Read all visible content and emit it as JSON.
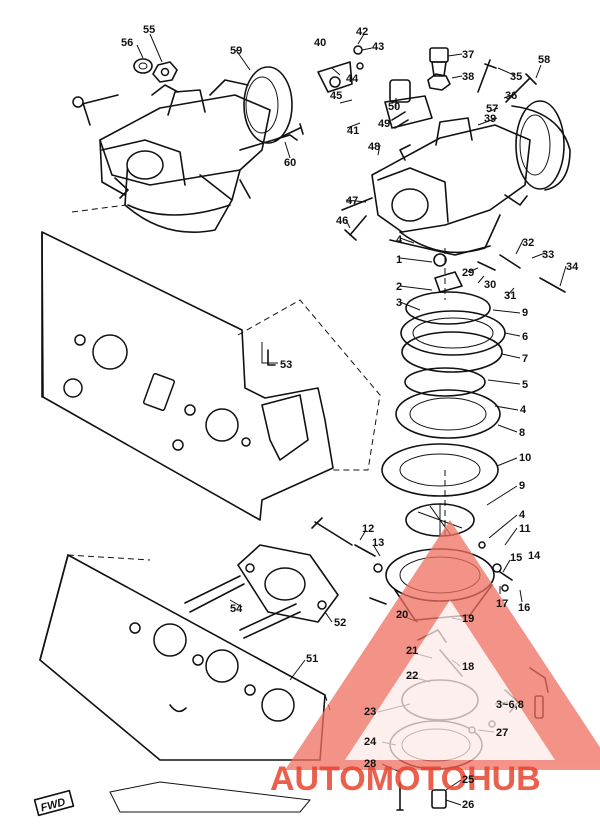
{
  "diagram": {
    "forward_marker": "FWD",
    "callouts": [
      {
        "id": "56",
        "label": "56"
      },
      {
        "id": "55",
        "label": "55"
      },
      {
        "id": "59",
        "label": "59"
      },
      {
        "id": "60",
        "label": "60"
      },
      {
        "id": "53",
        "label": "53"
      },
      {
        "id": "42",
        "label": "42"
      },
      {
        "id": "43",
        "label": "43"
      },
      {
        "id": "40",
        "label": "40"
      },
      {
        "id": "44",
        "label": "44"
      },
      {
        "id": "45",
        "label": "45"
      },
      {
        "id": "41",
        "label": "41"
      },
      {
        "id": "49",
        "label": "49"
      },
      {
        "id": "48",
        "label": "48"
      },
      {
        "id": "50",
        "label": "50"
      },
      {
        "id": "37",
        "label": "37"
      },
      {
        "id": "38",
        "label": "38"
      },
      {
        "id": "35",
        "label": "35"
      },
      {
        "id": "36",
        "label": "36"
      },
      {
        "id": "58",
        "label": "58"
      },
      {
        "id": "57",
        "label": "57"
      },
      {
        "id": "39",
        "label": "39"
      },
      {
        "id": "47",
        "label": "47"
      },
      {
        "id": "46",
        "label": "46"
      },
      {
        "id": "4a",
        "label": "4"
      },
      {
        "id": "32",
        "label": "32"
      },
      {
        "id": "33",
        "label": "33"
      },
      {
        "id": "34",
        "label": "34"
      },
      {
        "id": "29",
        "label": "29"
      },
      {
        "id": "30",
        "label": "30"
      },
      {
        "id": "31",
        "label": "31"
      },
      {
        "id": "1",
        "label": "1"
      },
      {
        "id": "2",
        "label": "2"
      },
      {
        "id": "3",
        "label": "3"
      },
      {
        "id": "9a",
        "label": "9"
      },
      {
        "id": "6",
        "label": "6"
      },
      {
        "id": "7",
        "label": "7"
      },
      {
        "id": "5",
        "label": "5"
      },
      {
        "id": "4b",
        "label": "4"
      },
      {
        "id": "8",
        "label": "8"
      },
      {
        "id": "10",
        "label": "10"
      },
      {
        "id": "9b",
        "label": "9"
      },
      {
        "id": "4c",
        "label": "4"
      },
      {
        "id": "11",
        "label": "11"
      },
      {
        "id": "12",
        "label": "12"
      },
      {
        "id": "13",
        "label": "13"
      },
      {
        "id": "15",
        "label": "15"
      },
      {
        "id": "14",
        "label": "14"
      },
      {
        "id": "17",
        "label": "17"
      },
      {
        "id": "16",
        "label": "16"
      },
      {
        "id": "20",
        "label": "20"
      },
      {
        "id": "19",
        "label": "19"
      },
      {
        "id": "21",
        "label": "21"
      },
      {
        "id": "18",
        "label": "18"
      },
      {
        "id": "22",
        "label": "22"
      },
      {
        "id": "3568",
        "label": "3~6,8"
      },
      {
        "id": "23",
        "label": "23"
      },
      {
        "id": "27",
        "label": "27"
      },
      {
        "id": "24",
        "label": "24"
      },
      {
        "id": "28",
        "label": "28"
      },
      {
        "id": "25",
        "label": "25"
      },
      {
        "id": "26",
        "label": "26"
      },
      {
        "id": "54",
        "label": "54"
      },
      {
        "id": "52",
        "label": "52"
      },
      {
        "id": "51",
        "label": "51"
      }
    ]
  },
  "watermark": {
    "text": "AUTOMOTOHUB",
    "color": "#e8442e",
    "triangle_color": "#f07060"
  }
}
